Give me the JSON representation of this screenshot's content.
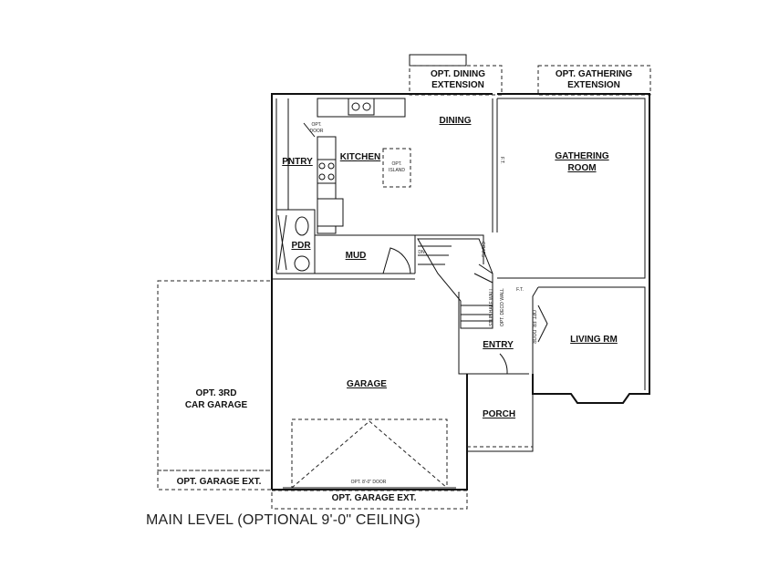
{
  "caption": "MAIN LEVEL (OPTIONAL 9'-0\" CEILING)",
  "rooms": {
    "dining_ext_1": "OPT. DINING",
    "dining_ext_2": "EXTENSION",
    "gathering_ext_1": "OPT. GATHERING",
    "gathering_ext_2": "EXTENSION",
    "dining": "DINING",
    "kitchen": "KITCHEN",
    "pantry": "PNTRY",
    "gathering_1": "GATHERING",
    "gathering_2": "ROOM",
    "pdr": "PDR",
    "mud": "MUD",
    "garage": "GARAGE",
    "third_garage_1": "OPT. 3RD",
    "third_garage_2": "CAR GARAGE",
    "entry": "ENTRY",
    "living": "LIVING RM",
    "porch": "PORCH",
    "garage_ext_left": "OPT. GARAGE EXT.",
    "garage_ext_bottom": "OPT. GARAGE EXT."
  },
  "notes": {
    "opt_door_1": "OPT.",
    "opt_door_2": "DOOR",
    "opt_island_1": "OPT.",
    "opt_island_2": "ISLAND",
    "dn": "DN",
    "coats": "COATS",
    "opt_8_door": "OPT. 8'-0\" DOOR",
    "deco_wall": "OPT. DECO WALL",
    "stub_wall": "STUB HALF WALL",
    "french_door": "OPT. FR. DOOR",
    "ft_1": "F.T.",
    "ft_2": "F.T."
  }
}
